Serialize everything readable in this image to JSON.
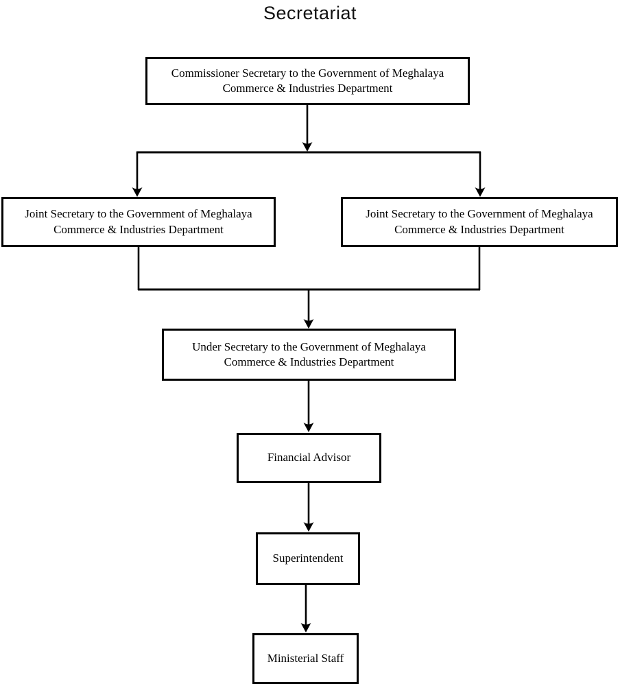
{
  "title": "Secretariat",
  "nodes": {
    "commissioner": {
      "lines": [
        "Commissioner Secretary to the Government of Meghalaya",
        "Commerce & Industries Department"
      ]
    },
    "joint_left": {
      "lines": [
        "Joint Secretary to the Government of Meghalaya",
        "Commerce & Industries Department"
      ]
    },
    "joint_right": {
      "lines": [
        "Joint Secretary to the Government of Meghalaya",
        "Commerce & Industries Department"
      ]
    },
    "under_secretary": {
      "lines": [
        "Under Secretary to the Government of Meghalaya",
        "Commerce & Industries Department"
      ]
    },
    "financial_advisor": {
      "lines": [
        "Financial Advisor"
      ]
    },
    "superintendent": {
      "lines": [
        "Superintendent"
      ]
    },
    "ministerial_staff": {
      "lines": [
        "Ministerial Staff"
      ]
    }
  },
  "colors": {
    "line": "#000000",
    "box_border": "#000000",
    "background": "#ffffff",
    "text": "#000000"
  }
}
